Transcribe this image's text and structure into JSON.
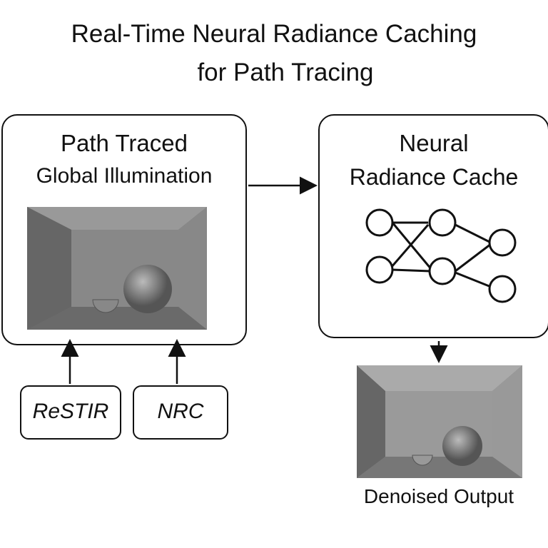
{
  "title": {
    "line1": "Real-Time Neural Radiance Caching",
    "line2": "for Path Tracing"
  },
  "left_box": {
    "line1": "Path Traced",
    "line2": "Global Illumination"
  },
  "right_box": {
    "line1": "Neural",
    "line2": "Radiance Cache"
  },
  "inputs": [
    {
      "label": "ReSTIR"
    },
    {
      "label": "NRC"
    }
  ],
  "output": {
    "label": "Denoised Output"
  }
}
